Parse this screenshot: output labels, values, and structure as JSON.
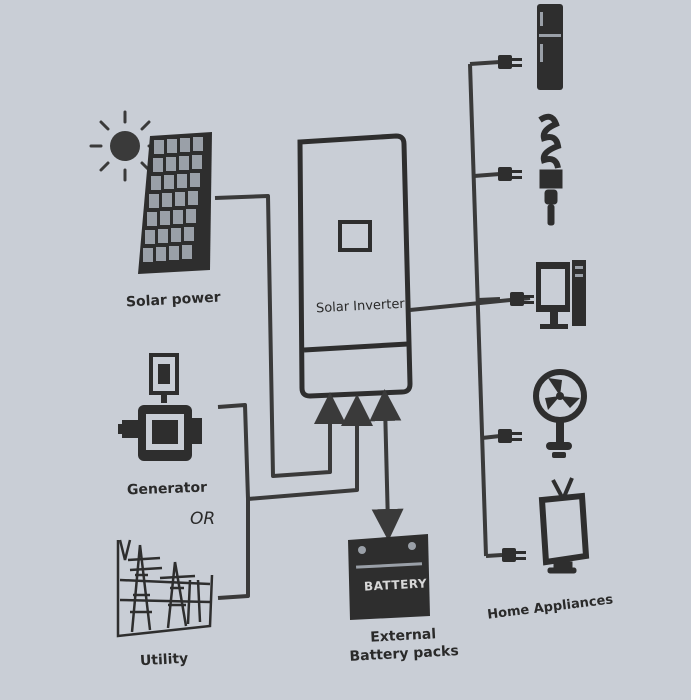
{
  "labels": {
    "solar_power": "Solar power",
    "generator": "Generator",
    "or": "OR",
    "utility": "Utility",
    "solar_inverter": "Solar Inverter",
    "battery": "BATTERY",
    "external_line1": "External",
    "external_line2": "Battery packs",
    "home_appliances": "Home Appliances"
  },
  "icons": [
    "sun-icon",
    "solar-panel-icon",
    "generator-icon",
    "utility-tower-icon",
    "solar-inverter-icon",
    "battery-icon",
    "refrigerator-icon",
    "cfl-bulb-icon",
    "computer-icon",
    "fan-icon",
    "tv-icon",
    "plug-icon"
  ],
  "colors": {
    "background": "#c9ced6",
    "ink": "#2a2a2a",
    "line": "#3a3a3a"
  }
}
